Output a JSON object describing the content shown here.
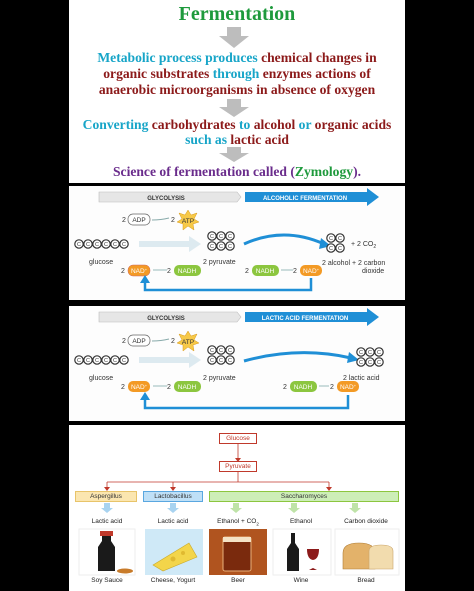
{
  "header": {
    "title": "Fermentation",
    "line1": {
      "a": "Metabolic process produces",
      "b": " chemical changes in"
    },
    "line2": {
      "a": "organic substrates",
      "b": " through",
      "c": " enzymes actions of"
    },
    "line3": {
      "a": "anaerobic microorganisms",
      "b": "  in absence of oxygen"
    },
    "line4": {
      "a": "Converting",
      "b": " carbohydrates",
      "c": " to",
      "d": " alcohol",
      "e": " or",
      "f": " organic acids"
    },
    "line5": {
      "a": "such as",
      "b": " lactic acid"
    },
    "line6": {
      "a": "Science of fermentation called (",
      "b": "Zymology",
      "c": ")."
    }
  },
  "alcoholic": {
    "glycolysis": "GLYCOLYSIS",
    "stage": "ALCOHOLIC FERMENTATION",
    "two": "2",
    "adp": "ADP",
    "atp": "ATP",
    "glucose": "glucose",
    "pyruvate": "2 pyruvate",
    "nad": "NAD",
    "plus_sign": "+",
    "nadh": "NADH",
    "co2": "+ 2 CO",
    "co2_sub": "2",
    "alcohol": "2 alcohol  +  2 carbon",
    "dioxide": "dioxide",
    "carbon": "C"
  },
  "lactic": {
    "glycolysis": "GLYCOLYSIS",
    "stage": "LACTIC ACID FERMENTATION",
    "two": "2",
    "adp": "ADP",
    "atp": "ATP",
    "glucose": "glucose",
    "pyruvate": "2 pyruvate",
    "nad": "NAD",
    "plus_sign": "+",
    "nadh": "NADH",
    "product": "2 lactic acid",
    "carbon": "C"
  },
  "tree": {
    "glucose": "Glucose",
    "pyruvate": "Pyruvate",
    "organisms": [
      "Aspergillus",
      "Lactobacillus",
      "Saccharomyces"
    ],
    "products": [
      "Lactic acid",
      "Lactic acid",
      "Ethanol + CO",
      "Ethanol",
      "Carbon dioxide"
    ],
    "co2_sub": "2",
    "foods": [
      "Soy Sauce",
      "Cheese, Yogurt",
      "Beer",
      "Wine",
      "Bread"
    ]
  },
  "colors": {
    "green": "#1e9a3c",
    "cyan": "#17a5c8",
    "darkred": "#8c1a1a",
    "purple": "#6a2c8c",
    "arrow_blue": "#1f8fd6",
    "nad_orange": "#f39a25",
    "nadh_green": "#8cc63f"
  }
}
